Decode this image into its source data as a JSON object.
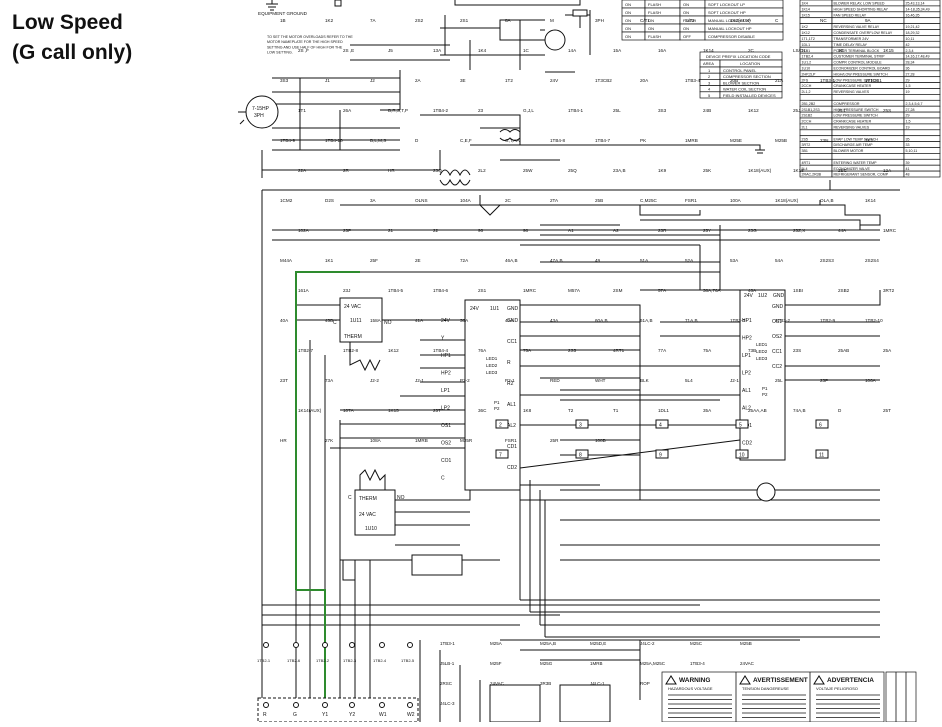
{
  "annotation": {
    "line1": "Low Speed",
    "line2": "(G call only)"
  },
  "colors": {
    "highlight_wire": "#2e8b2e",
    "ink": "#111111"
  },
  "left_note": {
    "ground_label": "EQUIPMENT GROUND",
    "motor_note": [
      "TO SET THE MOTOR OVERLOADS REFER TO THE",
      "MOTOR NAMEPLATE FOR THE HIGH SPEED",
      "SETTING AND USE HALF OF HIGH FOR THE",
      "LOW SETTING."
    ]
  },
  "motor_labels": [
    "7-15HP",
    "3PH"
  ],
  "device_table": {
    "title": "DEVICE PREFIX LOCATION CODE",
    "headers": [
      "AREA",
      "LOCATION"
    ],
    "rows": [
      [
        "1",
        "CONTROL PANEL"
      ],
      [
        "2",
        "COMPRESSOR SECTION"
      ],
      [
        "3",
        "BLOWER SECTION"
      ],
      [
        "4",
        "WATER COIL SECTION"
      ],
      [
        "5",
        "FIELD INSTALLED DEVICES"
      ]
    ]
  },
  "status_table": {
    "rows": [
      [
        "ON",
        "FLASH",
        "ON",
        "SOFT LOCKOUT LP"
      ],
      [
        "ON",
        "FLASH",
        "ON",
        "SOFT LOCKOUT HP"
      ],
      [
        "ON",
        "ON",
        "FLASH",
        "MANUAL LOCKOUT LP"
      ],
      [
        "ON",
        "ON",
        "ON",
        "MANUAL LOCKOUT HP"
      ],
      [
        "ON",
        "FLASH",
        "OFF",
        "COMPRESSOR DISABLE"
      ]
    ]
  },
  "legend_table": {
    "rows": [
      [
        "1K4",
        "BLOWER RELAY, LOW SPEED",
        "25,43,13,14"
      ],
      [
        "1K14",
        "HIGH SPEED SHORTING RELAY",
        "14-18,35,34,49"
      ],
      [
        "1K15",
        "FAN SPEED RELAY",
        "16,46,35"
      ],
      [
        "",
        "",
        ""
      ],
      [
        "1K2",
        "REVERSING VALVE RELAY",
        "19,21,42"
      ],
      [
        "1K12",
        "CONDENSATE OVERFLOW RELAY",
        "18,29,32"
      ],
      [
        "1T1,1T2",
        "TRANSFORMER 24V",
        "10,11"
      ],
      [
        "1DL1",
        "TIME DELAY RELAY",
        "42"
      ],
      [
        "1TB1",
        "POWER TERMINAL BLOCK",
        "2,3,4"
      ],
      [
        "1TB2,4",
        "CUSTOMER TERMINAL STRIP",
        "14,16,17,48,49"
      ],
      [
        "1U1,2",
        "COMPR CONTROL MODULE",
        "28,34"
      ],
      [
        "1U10",
        "ECONOMIZER CONTROL BOARD",
        "36"
      ],
      [
        "2HP,2LP",
        "HIGH/LOW PRESSURE SWITCH",
        "27,28"
      ],
      [
        "2FS",
        "LOW PRESSURE SWITCH",
        "29"
      ],
      [
        "2CCH",
        "CRANKCASE HEATER",
        "1,5"
      ],
      [
        "2L1,2",
        "REVERSING VALVES",
        "19"
      ],
      [
        "",
        "",
        ""
      ],
      [
        "2B1,2B2",
        "COMPRESSOR",
        "2,3,4,5,6,7"
      ],
      [
        "2S1B1,2S3",
        "HIGH PRESSURE SWITCH",
        "27,28"
      ],
      [
        "2S1B2",
        "LOW PRESSURE SWITCH",
        "29"
      ],
      [
        "2CCH",
        "CRANKCASE HEATER",
        "1,5"
      ],
      [
        "2L1",
        "REVERSING VALVES",
        "19"
      ],
      [
        "",
        "",
        ""
      ],
      [
        "2S5",
        "EVAP LOW TEMP SWITCH",
        "35"
      ],
      [
        "3RT2",
        "DISCHARGE AIR TEMP",
        "33"
      ],
      [
        "3B1",
        "BLOWER MOTOR",
        "5,10,11"
      ],
      [
        "",
        "",
        ""
      ],
      [
        "4RT1",
        "ENTERING WATER TEMP",
        "39"
      ],
      [
        "5L4",
        "ECONOMIZER VALVE",
        "41"
      ],
      [
        "2RAC,2R3B",
        "REFRIGERANT SENSOR, COMP",
        "48"
      ]
    ]
  },
  "modules": {
    "u1": {
      "name": "1U1",
      "supply": "24V",
      "gnd": "GND",
      "left_pins": [
        "24V",
        "Y",
        "HP1",
        "HP2",
        "LP1",
        "LP2",
        "OS1",
        "OS2",
        "CO1",
        "C"
      ],
      "right_pins": [
        "GND",
        "CC1",
        "R",
        "R2",
        "AL1",
        "AL2",
        "CD1",
        "CD2"
      ],
      "leds": [
        "LED1",
        "LED2",
        "LED3"
      ],
      "p": [
        "P1",
        "P2"
      ]
    },
    "u2": {
      "name": "1U2",
      "supply": "24V",
      "gnd": "GND",
      "left_pins": [
        "HP1",
        "HP2",
        "LP1",
        "LP2",
        "AL1",
        "AL2",
        "CD1",
        "CD2"
      ],
      "right_pins": [
        "GND",
        "OS1",
        "OS2",
        "CC1",
        "CC2"
      ],
      "leds": [
        "LED1",
        "LED2",
        "LED3"
      ],
      "p": [
        "P1",
        "P2"
      ]
    },
    "u11": {
      "name": "1U11",
      "title": "24 VAC",
      "therm": "THERM",
      "c": "C",
      "no": "NO"
    },
    "u10": {
      "name": "1U10",
      "title": "24 VAC",
      "therm": "THERM",
      "c": "C",
      "no": "NO"
    }
  },
  "wire_labels": [
    "1B",
    "1K2",
    "7A",
    "2S2",
    "2S1",
    "8A",
    "M",
    "3PH",
    "C/T1",
    "S/T2",
    "1K2(AUX)",
    "C",
    "NC",
    "9A",
    "2S ,F",
    "2S ,E",
    "J5",
    "13A",
    "1K4",
    "1C",
    "14A",
    "15A",
    "16A",
    "1K14",
    "2C",
    "LS/OL",
    "3C",
    "1K15",
    "3S3",
    "J1",
    "J2",
    "2A",
    "3E",
    "1T2",
    "24V",
    "1T3CB2",
    "20A",
    "1TB3-4",
    "20B",
    "21A",
    "1TB3-1",
    "1T1CB1",
    "1T1",
    "26A",
    "B,R,S,T,P",
    "1TB4-2",
    "23",
    "G,J,L",
    "1TB4-1",
    "25L",
    "3S3",
    "24B",
    "1K12",
    "25J",
    "2L1",
    "25S",
    "1TB4-9",
    "1TB4-10",
    "B,L,M,S",
    "D",
    "C,E,F",
    "G,T,AA",
    "1TB4-8",
    "1TB4-7",
    "PK",
    "1MRB",
    "M25E",
    "M25B",
    "23N",
    "1K2",
    "22A",
    "2R",
    "HR",
    "23Q",
    "2L2",
    "25W",
    "25Q",
    "23A,B",
    "1K9",
    "25K",
    "1K18(AUX)",
    "1K18",
    "2SC",
    "12A",
    "1CM2",
    "D2S",
    "3A",
    "OLNS",
    "104A",
    "2C",
    "2TA",
    "25B",
    "C,M25C",
    "FSR1",
    "100A",
    "1K18(AUX)",
    "OLA,B",
    "1K14",
    "102A",
    "25P",
    "21",
    "22",
    "96",
    "98",
    "A1",
    "A2",
    "23R",
    "25Y",
    "23G",
    "25Z,X",
    "44A",
    "1MRC",
    "M44A",
    "1K1",
    "25F",
    "2E",
    "72A",
    "46A,B",
    "47A,B",
    "49",
    "51A",
    "52A",
    "53A",
    "54A",
    "2S2S3",
    "2S2S4",
    "161A",
    "23J",
    "1TB4-5",
    "1TB4-6",
    "2S1",
    "1MRC",
    "M57A",
    "2SM",
    "57A",
    "38A,76A",
    "46A",
    "1SBI",
    "2SB2",
    "3RT2",
    "40A",
    "45B",
    "158A",
    "41A",
    "38A",
    "42A",
    "43A",
    "60A,B",
    "61A,B",
    "71A,B",
    "1TB3-3",
    "1TB3-2",
    "1TB2-9",
    "1TB2-10",
    "1TB2-7",
    "1TB2-8",
    "1K12",
    "1TB4-4",
    "76A",
    "75A",
    "2S5",
    "4RT1",
    "77A",
    "75A",
    "73B",
    "23S",
    "25AB",
    "25A",
    "23T",
    "73A",
    "J2-2",
    "J2-1",
    "P2-2",
    "P2-1",
    "RED",
    "WHT",
    "BLK",
    "5L4",
    "J2-1",
    "25L",
    "23P",
    "106A",
    "1K14(AUX)",
    "107A",
    "1K15",
    "25T",
    "36C",
    "1K8",
    "T2",
    "T1",
    "1DL1",
    "35A",
    "25AA,AB",
    "74A,B",
    "D",
    "25T",
    "HR",
    "27K",
    "108A",
    "1MRB",
    "M25R",
    "FSR1",
    "25R",
    "108B"
  ],
  "terminal_strip": {
    "labels": [
      "R",
      "G",
      "Y1",
      "Y2",
      "W1",
      "W2"
    ],
    "refs": [
      "1TB2-1",
      "1TB2-6",
      "1TB2-2",
      "1TB2-3",
      "1TB2-4",
      "1TB2-5"
    ],
    "circles": [
      "2",
      "3",
      "4",
      "5",
      "6",
      "7",
      "8",
      "9",
      "10",
      "11"
    ]
  },
  "bottom_block": {
    "labels": [
      "1TB3-1",
      "M25A",
      "M25A,B",
      "M25D,E",
      "J4LC-2",
      "M25C",
      "M25B",
      "J5LB-1",
      "M25F",
      "M25G",
      "1MRB",
      "M25A,M25C",
      "1TB3-4",
      "24VAC",
      "2RSC",
      "24VAC",
      "3R3B",
      "J4LC-1",
      "ROP",
      "J5LC-2",
      "J5LB-2",
      "J4LC-3"
    ]
  },
  "warning_panel": {
    "titles": [
      "WARNING",
      "AVERTISSEMENT",
      "ADVERTENCIA"
    ],
    "subtitles": [
      "HAZARDOUS VOLTAGE",
      "TENSION DANGEREUSE",
      "VOLTAJE PELIGROSO"
    ]
  }
}
